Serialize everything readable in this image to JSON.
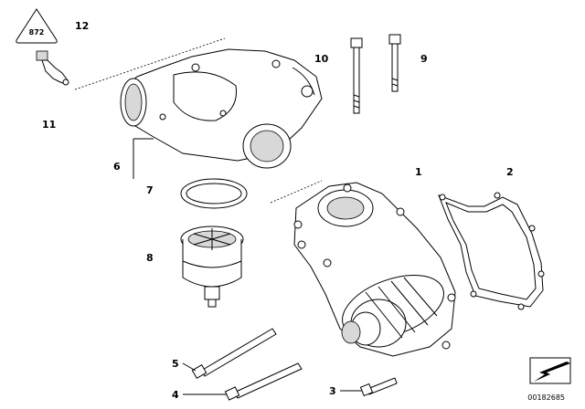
{
  "callouts": [
    {
      "id": "c1",
      "text": "1"
    },
    {
      "id": "c2",
      "text": "2"
    },
    {
      "id": "c3",
      "text": "3"
    },
    {
      "id": "c4",
      "text": "4"
    },
    {
      "id": "c5",
      "text": "5"
    },
    {
      "id": "c6",
      "text": "6"
    },
    {
      "id": "c7",
      "text": "7"
    },
    {
      "id": "c8",
      "text": "8"
    },
    {
      "id": "c9",
      "text": "9"
    },
    {
      "id": "c10",
      "text": "10"
    },
    {
      "id": "c11",
      "text": "11"
    },
    {
      "id": "c12",
      "text": "12"
    }
  ],
  "warning_label": "872",
  "diagram_code": "00182685"
}
